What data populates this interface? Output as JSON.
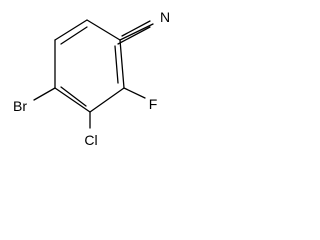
{
  "molecule": {
    "labels": {
      "nitrogen": "N",
      "fluorine": "F",
      "chlorine": "Cl",
      "bromine": "Br"
    }
  }
}
